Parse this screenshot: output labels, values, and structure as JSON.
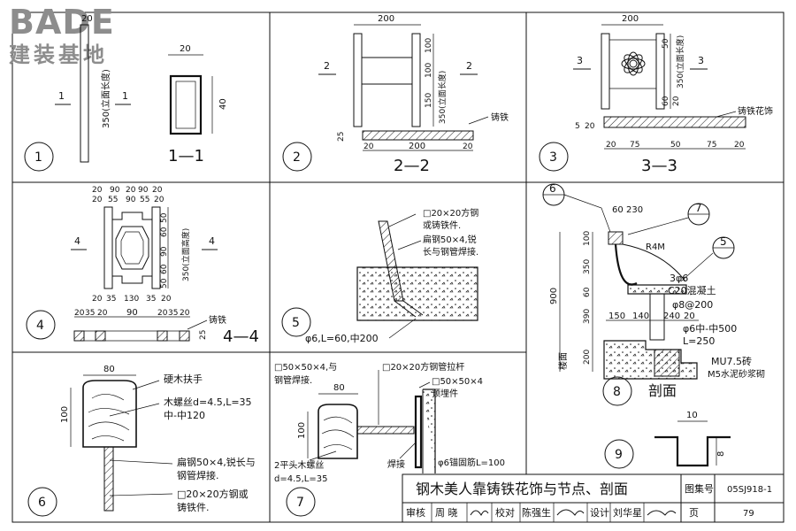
{
  "logo": {
    "text": "BADE",
    "subtitle": "建装基地"
  },
  "panel1": {
    "number": "1",
    "section_mark": "1",
    "width_dim": "20",
    "height_dim": "40",
    "span": "350(立面长度)",
    "section_label": "1—1",
    "top_dim": "20"
  },
  "panel2": {
    "number": "2",
    "section_mark": "2",
    "top_dim": "200",
    "dims_v": [
      "100",
      "100",
      "150"
    ],
    "label_iron": "铸铁",
    "bot_dims": [
      "20",
      "200",
      "20"
    ],
    "left_dim": "25",
    "section_label": "2—2",
    "span": "350(立面长度)"
  },
  "panel3": {
    "number": "3",
    "section_mark": "3",
    "top_dim": "200",
    "dims_v": [
      "50",
      "60",
      "20"
    ],
    "label_iron": "铸铁花饰",
    "bot_dims": [
      "20",
      "75",
      "50",
      "75",
      "20"
    ],
    "left_dims": [
      "5",
      "20"
    ],
    "section_label": "3—3",
    "span": "350(立面长度)"
  },
  "panel4": {
    "number": "4",
    "section_mark": "4",
    "top_dims_a": [
      "20",
      "90",
      "20",
      "90",
      "20"
    ],
    "top_dims_b": [
      "20",
      "55",
      "90",
      "55",
      "20"
    ],
    "right_dims": [
      "50",
      "60",
      "90",
      "60",
      "50"
    ],
    "bot_dims_a": [
      "20",
      "35",
      "130",
      "35",
      "20"
    ],
    "bot_dims_b": [
      "20",
      "35",
      "20",
      "90",
      "20",
      "35",
      "20"
    ],
    "label_iron": "铸铁",
    "right_dim": "25",
    "section_label": "4—4",
    "span": "350(立面高度)"
  },
  "panel5": {
    "number": "5",
    "note1": "□20×20方钢",
    "note2": "或铸铁件.",
    "note3": "扁钢50×4,锐",
    "note4": "长与钢管焊接.",
    "anchor": "φ6,L=60,中200"
  },
  "panel6": {
    "number": "6",
    "width_dim": "80",
    "height_dim": "100",
    "note_handrail": "硬木扶手",
    "note_screw1": "木螺丝d=4.5,L=35",
    "note_screw2": "中-中120",
    "note_flat1": "扁钢50×4,锐长与",
    "note_flat2": "钢管焊接.",
    "note_sq1": "□20×20方钢或",
    "note_sq2": "铸铁件."
  },
  "panel7": {
    "number": "7",
    "width_dim": "80",
    "height_dim": "100",
    "note_tube1": "□50×50×4,与",
    "note_tube2": "钢管焊接.",
    "note_bar": "□20×20方钢管拉杆",
    "note_emb1": "□50×50×4",
    "note_emb2": "预埋件",
    "note_weld": "焊接",
    "note_anchor": "φ6锚固筋L=100",
    "note_screw1": "2平头木螺丝",
    "note_screw2": "d=4.5,L=35"
  },
  "panel8": {
    "number": "8",
    "callout6": "6",
    "callout7": "7",
    "callout5": "5",
    "dim_60": "60",
    "dim_230": "230",
    "dims_v": [
      "100",
      "350",
      "60",
      "390",
      "200"
    ],
    "dim_900": "900",
    "radius": "R4M",
    "rebar1": "3φ6",
    "concrete": "C20混凝土",
    "rebar2": "φ8@200",
    "bot_dims": [
      "150",
      "140",
      "240",
      "20"
    ],
    "rebar3": "φ6中-中500",
    "rebar4": "L=250",
    "brick1": "MU7.5砖",
    "brick2": "M5水泥砂浆砌",
    "floor": "楼面",
    "title": "剖面"
  },
  "panel9": {
    "number": "9",
    "width_dim": "10",
    "depth_dim": "8"
  },
  "title_block": {
    "title": "钢木美人靠铸铁花饰与节点、剖面",
    "atlas_label": "图集号",
    "atlas_no": "05SJ918-1",
    "page_label": "页",
    "page_no": "79",
    "review_label": "审核",
    "reviewer": "周 晓",
    "check_label": "校对",
    "checker": "陈强生",
    "design_label": "设计",
    "designer": "刘华星"
  }
}
